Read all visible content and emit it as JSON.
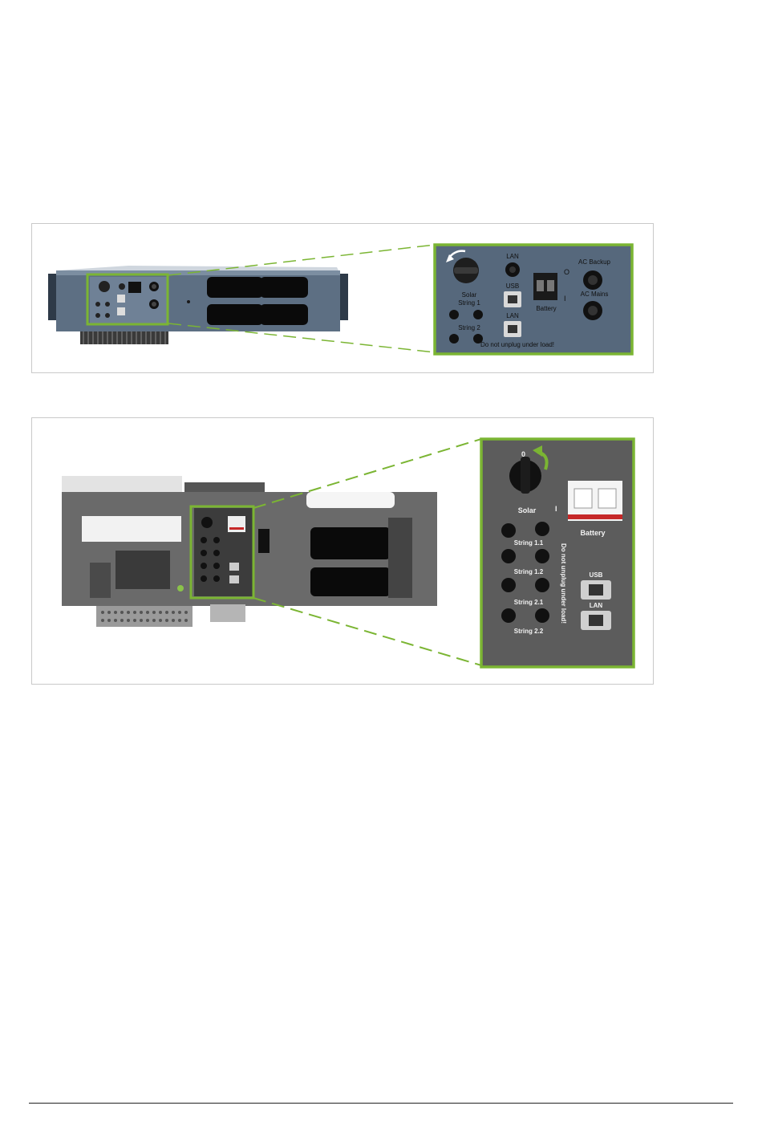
{
  "figure_top": {
    "labels": {
      "lan_top": "LAN",
      "usb": "USB",
      "lan_bottom": "LAN",
      "solar": "Solar",
      "string1": "String 1",
      "string2": "String 2",
      "battery": "Battery",
      "switch_o": "O",
      "switch_i": "I",
      "ac_backup": "AC Backup",
      "ac_mains": "AC Mains",
      "warning": "Do not unplug under load!"
    }
  },
  "figure_bottom": {
    "labels": {
      "solar": "Solar",
      "battery": "Battery",
      "switch_o": "0",
      "switch_i": "I",
      "string11": "String 1.1",
      "string12": "String 1.2",
      "string21": "String 2.1",
      "string22": "String 2.2",
      "warning": "Do not unplug under load!",
      "usb": "USB",
      "lan": "LAN"
    }
  },
  "colors": {
    "accent_green": "#7bb533",
    "housing_blue": "#5d6f83",
    "housing_gray": "#6a6a6a"
  }
}
